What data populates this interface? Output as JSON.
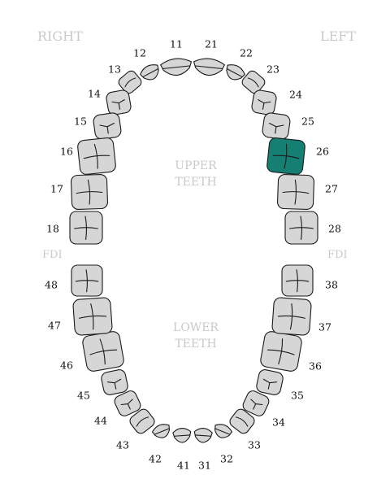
{
  "labels": {
    "right": "RIGHT",
    "left": "LEFT",
    "fdi_left": "FDI",
    "fdi_right": "FDI",
    "upper_line1": "UPPER",
    "upper_line2": "TEETH",
    "lower_line1": "LOWER",
    "lower_line2": "TEETH"
  },
  "colors": {
    "tooth_fill": "#d6d6d6",
    "selected_fill": "#147f72",
    "outline": "#1a1a1a",
    "label_gray": "#c9c9c9"
  },
  "selected_tooth": "26",
  "teeth": [
    {
      "num": "11",
      "type": "incisor"
    },
    {
      "num": "12",
      "type": "incisor"
    },
    {
      "num": "13",
      "type": "canine"
    },
    {
      "num": "14",
      "type": "premolar"
    },
    {
      "num": "15",
      "type": "premolar"
    },
    {
      "num": "16",
      "type": "molar"
    },
    {
      "num": "17",
      "type": "molar"
    },
    {
      "num": "18",
      "type": "molar"
    },
    {
      "num": "21",
      "type": "incisor"
    },
    {
      "num": "22",
      "type": "incisor"
    },
    {
      "num": "23",
      "type": "canine"
    },
    {
      "num": "24",
      "type": "premolar"
    },
    {
      "num": "25",
      "type": "premolar"
    },
    {
      "num": "26",
      "type": "molar"
    },
    {
      "num": "27",
      "type": "molar"
    },
    {
      "num": "28",
      "type": "molar"
    },
    {
      "num": "31",
      "type": "incisor"
    },
    {
      "num": "32",
      "type": "incisor"
    },
    {
      "num": "33",
      "type": "canine"
    },
    {
      "num": "34",
      "type": "premolar"
    },
    {
      "num": "35",
      "type": "premolar"
    },
    {
      "num": "36",
      "type": "molar"
    },
    {
      "num": "37",
      "type": "molar"
    },
    {
      "num": "38",
      "type": "molar"
    },
    {
      "num": "41",
      "type": "incisor"
    },
    {
      "num": "42",
      "type": "incisor"
    },
    {
      "num": "43",
      "type": "canine"
    },
    {
      "num": "44",
      "type": "premolar"
    },
    {
      "num": "45",
      "type": "premolar"
    },
    {
      "num": "46",
      "type": "molar"
    },
    {
      "num": "47",
      "type": "molar"
    },
    {
      "num": "48",
      "type": "molar"
    }
  ]
}
